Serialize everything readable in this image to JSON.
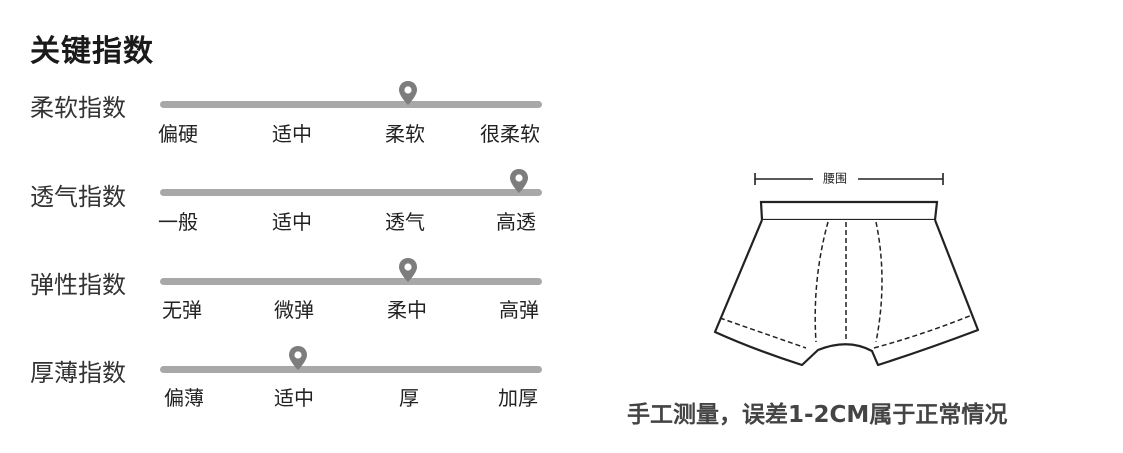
{
  "title": "关键指数",
  "rows": [
    {
      "label": "柔软指数",
      "ticks": [
        "偏硬",
        "适中",
        "柔软",
        "很柔软"
      ],
      "selected_index": 2,
      "level": 0.65
    },
    {
      "label": "透气指数",
      "ticks": [
        "一般",
        "适中",
        "透气",
        "高透"
      ],
      "selected_index": 3,
      "level": 0.94
    },
    {
      "label": "弹性指数",
      "ticks": [
        "无弹",
        "微弹",
        "柔中",
        "高弹"
      ],
      "selected_index": 2,
      "level": 0.65
    },
    {
      "label": "厚薄指数",
      "ticks": [
        "偏薄",
        "适中",
        "厚",
        "加厚"
      ],
      "selected_index": 1,
      "level": 0.36
    }
  ],
  "diagram": {
    "waist_label": "腰围"
  },
  "caption": "手工测量，误差1-2CM属于正常情况"
}
